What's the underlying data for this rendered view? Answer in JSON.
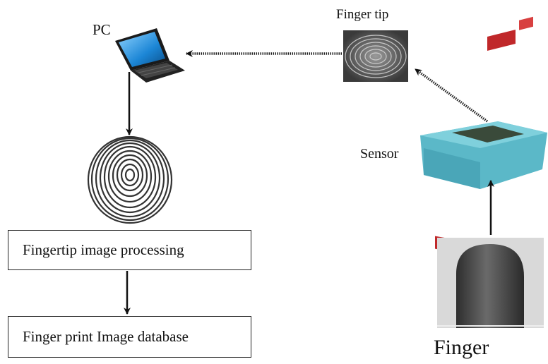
{
  "labels": {
    "pc": "PC",
    "finger_tip": "Finger tip",
    "sensor": "Sensor",
    "finger": "Finger"
  },
  "boxes": {
    "processing": "Fingertip image processing",
    "database": "Finger print Image database"
  },
  "colors": {
    "laptop_screen": "#1c86d6",
    "laptop_body": "#1a1a1a",
    "sensor_body": "#5bb8c8",
    "sensor_pad": "#3a4a3a",
    "sensor_board": "#c0282a",
    "finger_bg": "#d9d9d9",
    "finger_skin": "#4a4a4a"
  },
  "icons": [
    "laptop-icon",
    "fingertip-image",
    "fingerprint-image",
    "sensor-device-image",
    "finger-photo"
  ]
}
